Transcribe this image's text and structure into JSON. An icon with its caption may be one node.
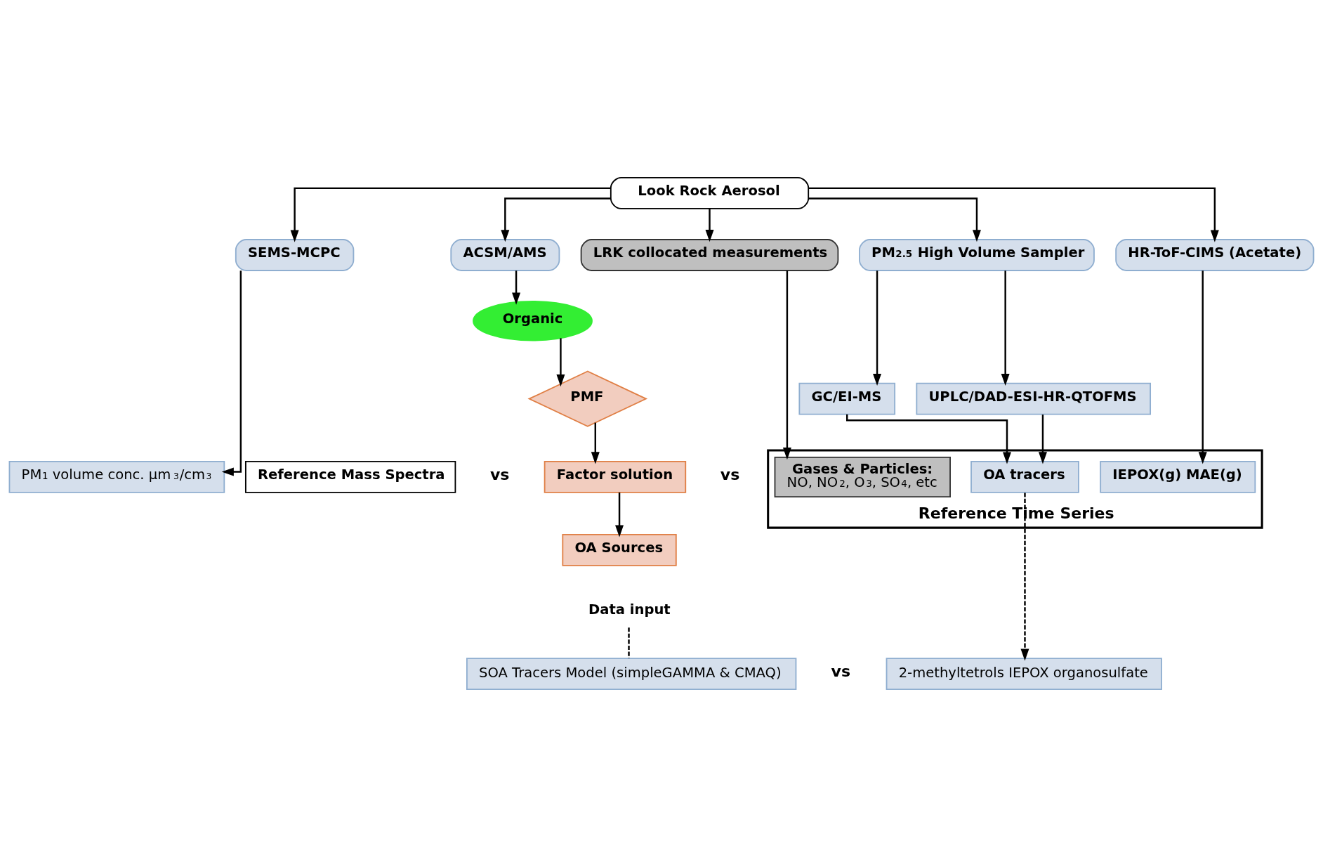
{
  "diagram": {
    "nodes": [
      {
        "text": [
          "Look Rock Aerosol"
        ]
      },
      {
        "text": [
          "SEMS-MCPC"
        ]
      },
      {
        "text": [
          "ACSM/AMS"
        ]
      },
      {
        "text": [
          "LRK collocated measurements"
        ]
      },
      {
        "text": [
          "PM$_{2.5}$ High Volume Sampler"
        ]
      },
      {
        "text": [
          "HR-ToF-CIMS (Acetate)"
        ]
      },
      {
        "text": [
          "Organic"
        ]
      },
      {
        "text": [
          "PMF"
        ]
      },
      {
        "text": [
          "GC/EI-MS"
        ]
      },
      {
        "text": [
          "UPLC/DAD-ESI-HR-QTOFMS"
        ]
      },
      {
        "text": [
          "PM$_{1}$ volume conc. µm$^{3}$/cm$^{3}$"
        ]
      },
      {
        "text": [
          "Reference Mass Spectra"
        ]
      },
      {
        "text": [
          "Factor solution"
        ]
      },
      {
        "text": [
          "Reference Time Series"
        ]
      },
      {
        "text": [
          "Gases & Particles:",
          "NO, NO$_{2}$, O$_{3}$, SO$_{4}$, etc"
        ],
        "in": 13
      },
      {
        "text": [
          "OA tracers"
        ],
        "in": 13
      },
      {
        "text": [
          "IEPOX(g) MAE(g)"
        ],
        "in": 13
      },
      {
        "text": [
          "OA Sources"
        ]
      },
      {
        "text": [
          "Data input"
        ]
      },
      {
        "text": [
          "SOA Tracers Model (simpleGAMMA & CMAQ)"
        ]
      },
      {
        "text": [
          "2-methyltetrols IEPOX organosulfate"
        ]
      }
    ],
    "edges": [
      {
        "from": 0,
        "to": 1,
        "arrow": "to"
      },
      {
        "from": 0,
        "to": 2,
        "arrow": "to"
      },
      {
        "from": 0,
        "to": 3,
        "arrow": "to"
      },
      {
        "from": 0,
        "to": 4,
        "arrow": "to"
      },
      {
        "from": 0,
        "to": 5,
        "arrow": "to"
      },
      {
        "from": 2,
        "to": 6,
        "arrow": "to"
      },
      {
        "from": 6,
        "to": 7,
        "arrow": "to"
      },
      {
        "from": 7,
        "to": 12,
        "arrow": "to"
      },
      {
        "from": 12,
        "to": 17,
        "arrow": "to"
      },
      {
        "from": 1,
        "to": 10,
        "arrow": "to"
      },
      {
        "from": 3,
        "to": 14,
        "arrow": "to"
      },
      {
        "from": 4,
        "to": 8,
        "arrow": "to"
      },
      {
        "from": 4,
        "to": 9,
        "arrow": "to"
      },
      {
        "from": 8,
        "to": 15,
        "arrow": "to"
      },
      {
        "from": 9,
        "to": 15,
        "arrow": "to"
      },
      {
        "from": 5,
        "to": 16,
        "arrow": "to"
      },
      {
        "from": 15,
        "to": 20,
        "arrow": "to",
        "style": "dashed"
      },
      {
        "from": 18,
        "to": 19,
        "arrow": "none",
        "style": "dashed"
      }
    ],
    "labels": [
      "vs",
      "vs",
      "vs"
    ]
  }
}
